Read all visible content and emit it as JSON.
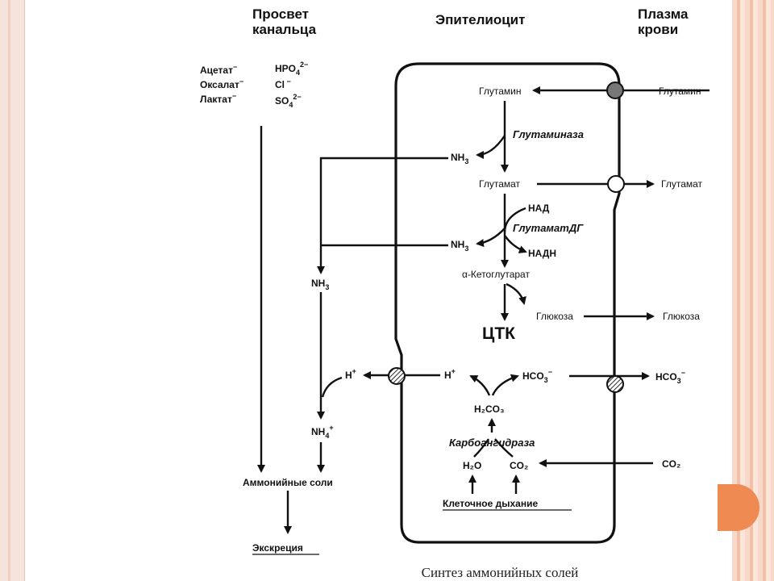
{
  "headers": {
    "lumen_l1": "Просвет",
    "lumen_l2": "канальца",
    "cell": "Эпителиоцит",
    "plasma_l1": "Плазма",
    "plasma_l2": "крови"
  },
  "lumen_anions": {
    "acetate": "Ацетат",
    "oxalate": "Оксалат",
    "lactate": "Лактат",
    "hpo4": "HPO",
    "cl": "Cl",
    "so4": "SO"
  },
  "metabolites": {
    "glutamine_cell": "Глутамин",
    "glutamine_plasma": "Глутамин",
    "glutaminase": "Глутаминаза",
    "nh3_1": "NH",
    "glutamate_cell": "Глутамат",
    "glutamate_plasma": "Глутамат",
    "nad": "НАД",
    "glutamate_dh": "ГлутаматДГ",
    "nadh": "НАДН",
    "nh3_2": "NH",
    "alpha_kg": "α-Кетоглутарат",
    "nh3_lumen": "NH",
    "glucose_cell": "Глюкоза",
    "glucose_plasma": "Глюкоза",
    "tca": "ЦТК",
    "h_lumen": "H",
    "h_cell": "H",
    "hco3_cell": "HCO",
    "hco3_plasma": "HCO",
    "h2co3": "H₂CO₃",
    "carbonic_anhydrase": "Карбоангидраза",
    "h2o": "H₂O",
    "co2_cell": "CO₂",
    "co2_plasma": "CO₂",
    "nh4": "NH",
    "cell_respiration": "Клеточное дыхание",
    "ammonium_salts": "Аммонийные соли",
    "excretion": "Экскреция"
  },
  "caption": "Синтез аммонийных солей",
  "colors": {
    "frame_left": "#f6e3dc",
    "frame_right": "#f2c0a8",
    "accent_tab": "#f08a53",
    "ink": "#111111",
    "transporter_filled": "#777777"
  }
}
